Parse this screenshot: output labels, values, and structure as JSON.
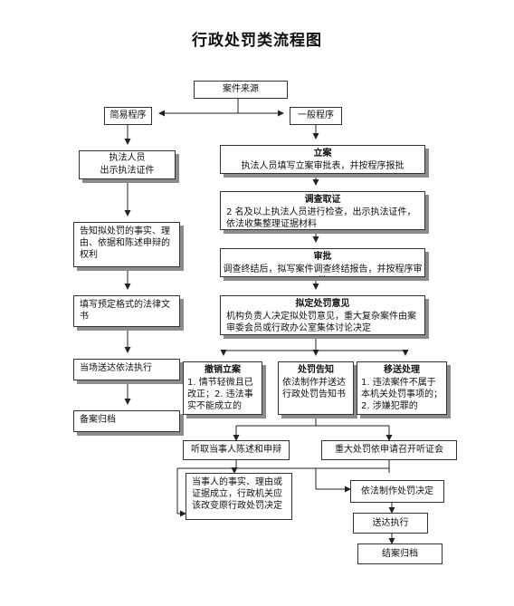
{
  "title": "行政处罚类流程图",
  "nodes": {
    "source": "案件来源",
    "simple": "简易程序",
    "general": "一般程序",
    "show_id": [
      "执法人员",
      "出示执法证件"
    ],
    "inform": "告知拟处罚的事实、理由、依据和陈述申辩的权利",
    "fill_doc": "填写预定格式的法律文书",
    "deliver_site": "当场送达依法执行",
    "archive_simple": "备案归档",
    "filing": {
      "head": "立案",
      "body": "执法人员填写立案审批表，并按程序报批"
    },
    "investigate": {
      "head": "调查取证",
      "body": "2 名及以上执法人员进行检查，出示执法证件，依法收集整理证据材料"
    },
    "review": {
      "head": "审批",
      "body": "调查终结后，拟写案件调查终结报告，并按程序审批"
    },
    "draft": {
      "head": "拟定处罚意见",
      "body": "机构负责人决定拟处罚意见，重大复杂案件由案审委会员或行政办公室集体讨论决定"
    },
    "revoke": {
      "head": "撤销立案",
      "body": "1. 情节轻微且已改正；2. 违法事实不能成立的"
    },
    "notice": {
      "head": "处罚告知",
      "body": "依法制作并送达行政处罚告知书"
    },
    "transfer": {
      "head": "移送处理",
      "body": "1. 违法案件不属于本机关处罚事项的；2. 涉嫌犯罪的"
    },
    "hear": "听取当事人陈述和申辩",
    "hearing": "重大处罚依申请召开听证会",
    "change": "当事人的事实、理由或证据成立，行政机关应该改变原行政处罚决定",
    "decision": "依法制作处罚决定",
    "execute": "送达执行",
    "close": "结案归档"
  }
}
